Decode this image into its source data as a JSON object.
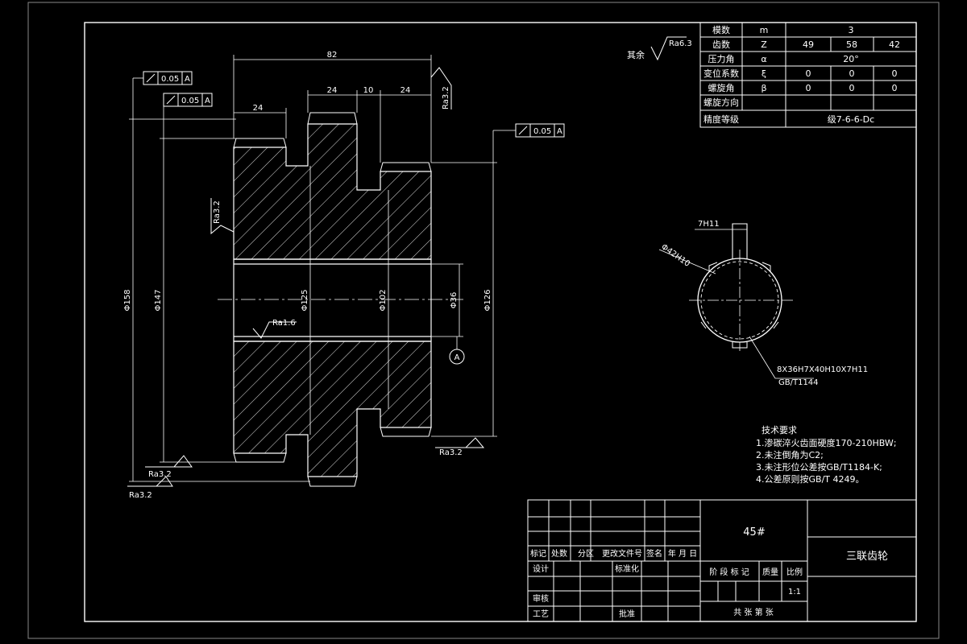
{
  "material": "45#",
  "part_name": "三联齿轮",
  "roughness_other": "其余",
  "roughness": {
    "ra63": "Ra6.3",
    "ra32": "Ra3.2",
    "ra16": "Ra1.6"
  },
  "tolerance": {
    "runout_a": "0.05",
    "runout_b": "0.05",
    "runout_c": "0.05",
    "datum": "A"
  },
  "dimensions": {
    "overall_length": "82",
    "w1": "24",
    "w2": "24",
    "w3": "10",
    "w4": "24",
    "d1": "Φ158",
    "d2": "Φ147",
    "d3": "Φ125",
    "d4": "Φ102",
    "d5": "Φ36",
    "d6": "Φ126"
  },
  "section_view": {
    "keyway": "7H11",
    "bore": "Φ42H10",
    "spline": "8X36H7X40H10X7H11",
    "std": "GB/T1144"
  },
  "gear_table": {
    "rows": [
      {
        "label": "模数",
        "sym": "m",
        "vals": [
          "3"
        ]
      },
      {
        "label": "齿数",
        "sym": "Z",
        "vals": [
          "49",
          "58",
          "42"
        ]
      },
      {
        "label": "压力角",
        "sym": "α",
        "vals": [
          "20°"
        ]
      },
      {
        "label": "变位系数",
        "sym": "ξ",
        "vals": [
          "0",
          "0",
          "0"
        ]
      },
      {
        "label": "螺旋角",
        "sym": "β",
        "vals": [
          "0",
          "0",
          "0"
        ]
      },
      {
        "label": "螺旋方向",
        "sym": "",
        "vals": [
          ""
        ]
      },
      {
        "label": "精度等级",
        "sym": "",
        "vals": [
          "级7-6-6-Dc"
        ]
      }
    ]
  },
  "tech_req": {
    "title": "技术要求",
    "items": [
      "1.渗碳淬火齿面硬度170-210HBW;",
      "2.未注倒角为C2;",
      "3.未注形位公差按GB/T1184-K;",
      "4.公差原则按GB/T 4249。"
    ]
  },
  "title_block": {
    "mark": "标记",
    "count": "处数",
    "zone": "分区",
    "change_doc": "更改文件号",
    "sign": "签名",
    "date": "年 月 日",
    "design": "设计",
    "standardize": "标准化",
    "review": "审核",
    "process": "工艺",
    "approve": "批准",
    "stage_mark": "阶 段 标 记",
    "weight": "质量",
    "scale_label": "比例",
    "scale": "1:1",
    "sheets": "共    张    第    张"
  }
}
